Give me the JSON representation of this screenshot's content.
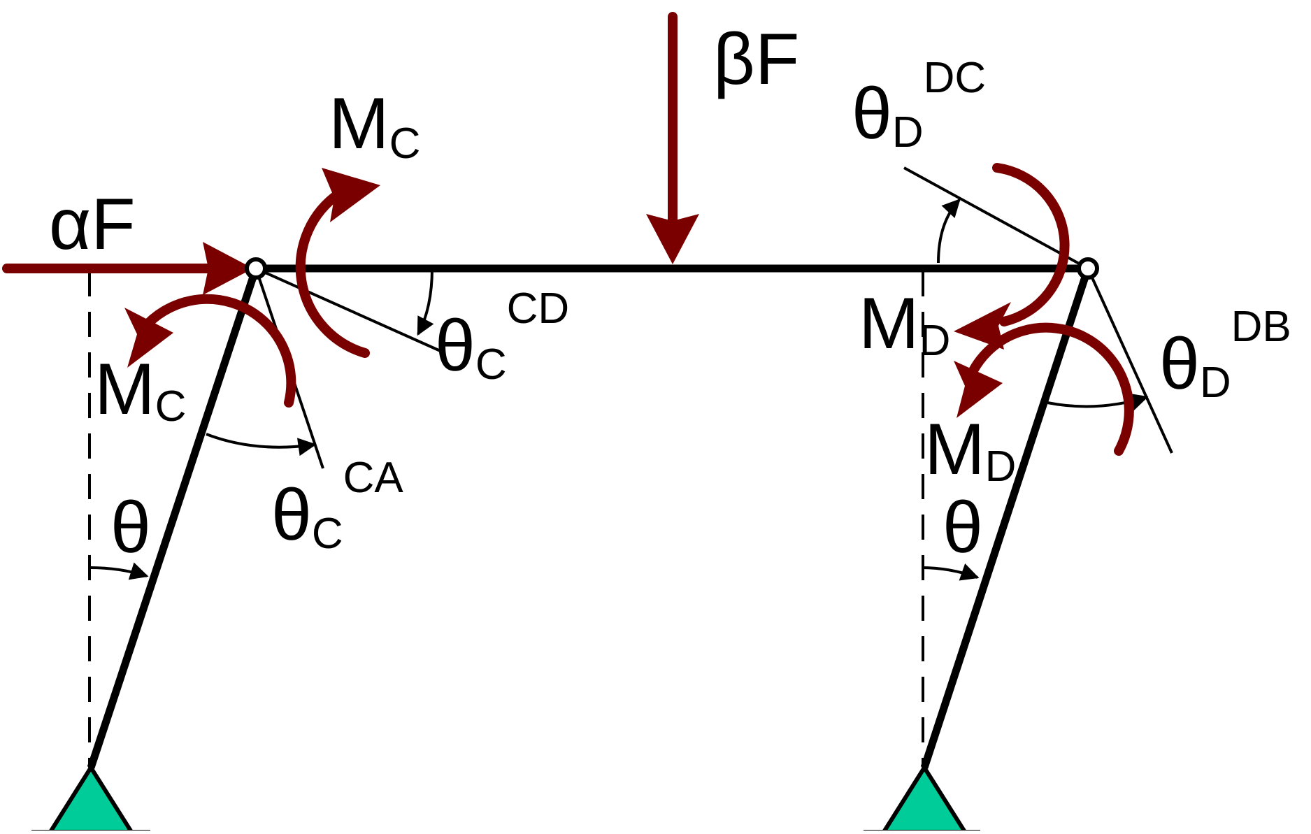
{
  "colors": {
    "load": "#7a0000",
    "member": "#000000",
    "support": "#00cc99",
    "background": "#ffffff"
  },
  "loads": {
    "horizontal": {
      "main": "αF"
    },
    "vertical": {
      "main": "βF"
    }
  },
  "moments": {
    "mc_top": {
      "main": "M",
      "sub": "C"
    },
    "mc_left": {
      "main": "M",
      "sub": "C"
    },
    "md_upper": {
      "main": "M",
      "sub": "D"
    },
    "md_lower": {
      "main": "M",
      "sub": "D"
    }
  },
  "angles": {
    "theta_c_cd": {
      "main": "θ",
      "sub": "C",
      "sup": "CD"
    },
    "theta_c_ca": {
      "main": "θ",
      "sub": "C",
      "sup": "CA"
    },
    "theta_d_dc": {
      "main": "θ",
      "sub": "D",
      "sup": "DC"
    },
    "theta_d_db": {
      "main": "θ",
      "sub": "D",
      "sup": "DB"
    },
    "theta_left": {
      "main": "θ"
    },
    "theta_right": {
      "main": "θ"
    }
  }
}
